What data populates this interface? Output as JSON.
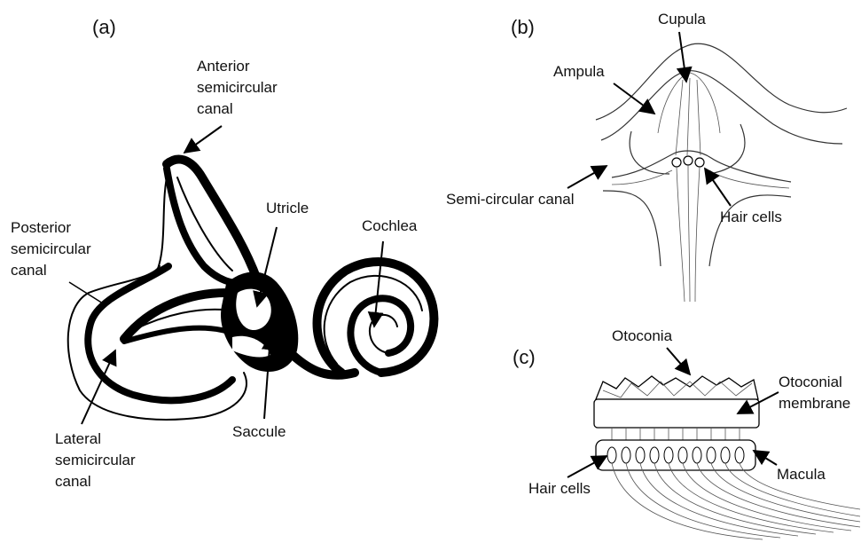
{
  "panels": {
    "a": {
      "tag": "(a)",
      "labels": {
        "anterior": [
          "Anterior",
          "semicircular",
          "canal"
        ],
        "posterior": [
          "Posterior",
          "semicircular",
          "canal"
        ],
        "lateral": [
          "Lateral",
          "semicircular",
          "canal"
        ],
        "utricle": "Utricle",
        "cochlea": "Cochlea",
        "saccule": "Saccule"
      }
    },
    "b": {
      "tag": "(b)",
      "labels": {
        "cupula": "Cupula",
        "ampula": "Ampula",
        "canal": "Semi-circular canal",
        "hair_cells": "Hair cells"
      }
    },
    "c": {
      "tag": "(c)",
      "labels": {
        "otoconia": "Otoconia",
        "membrane": [
          "Otoconial",
          "membrane"
        ],
        "macula": "Macula",
        "hair_cells": "Hair cells"
      }
    }
  },
  "colors": {
    "ink": "#000000",
    "background": "#ffffff"
  }
}
